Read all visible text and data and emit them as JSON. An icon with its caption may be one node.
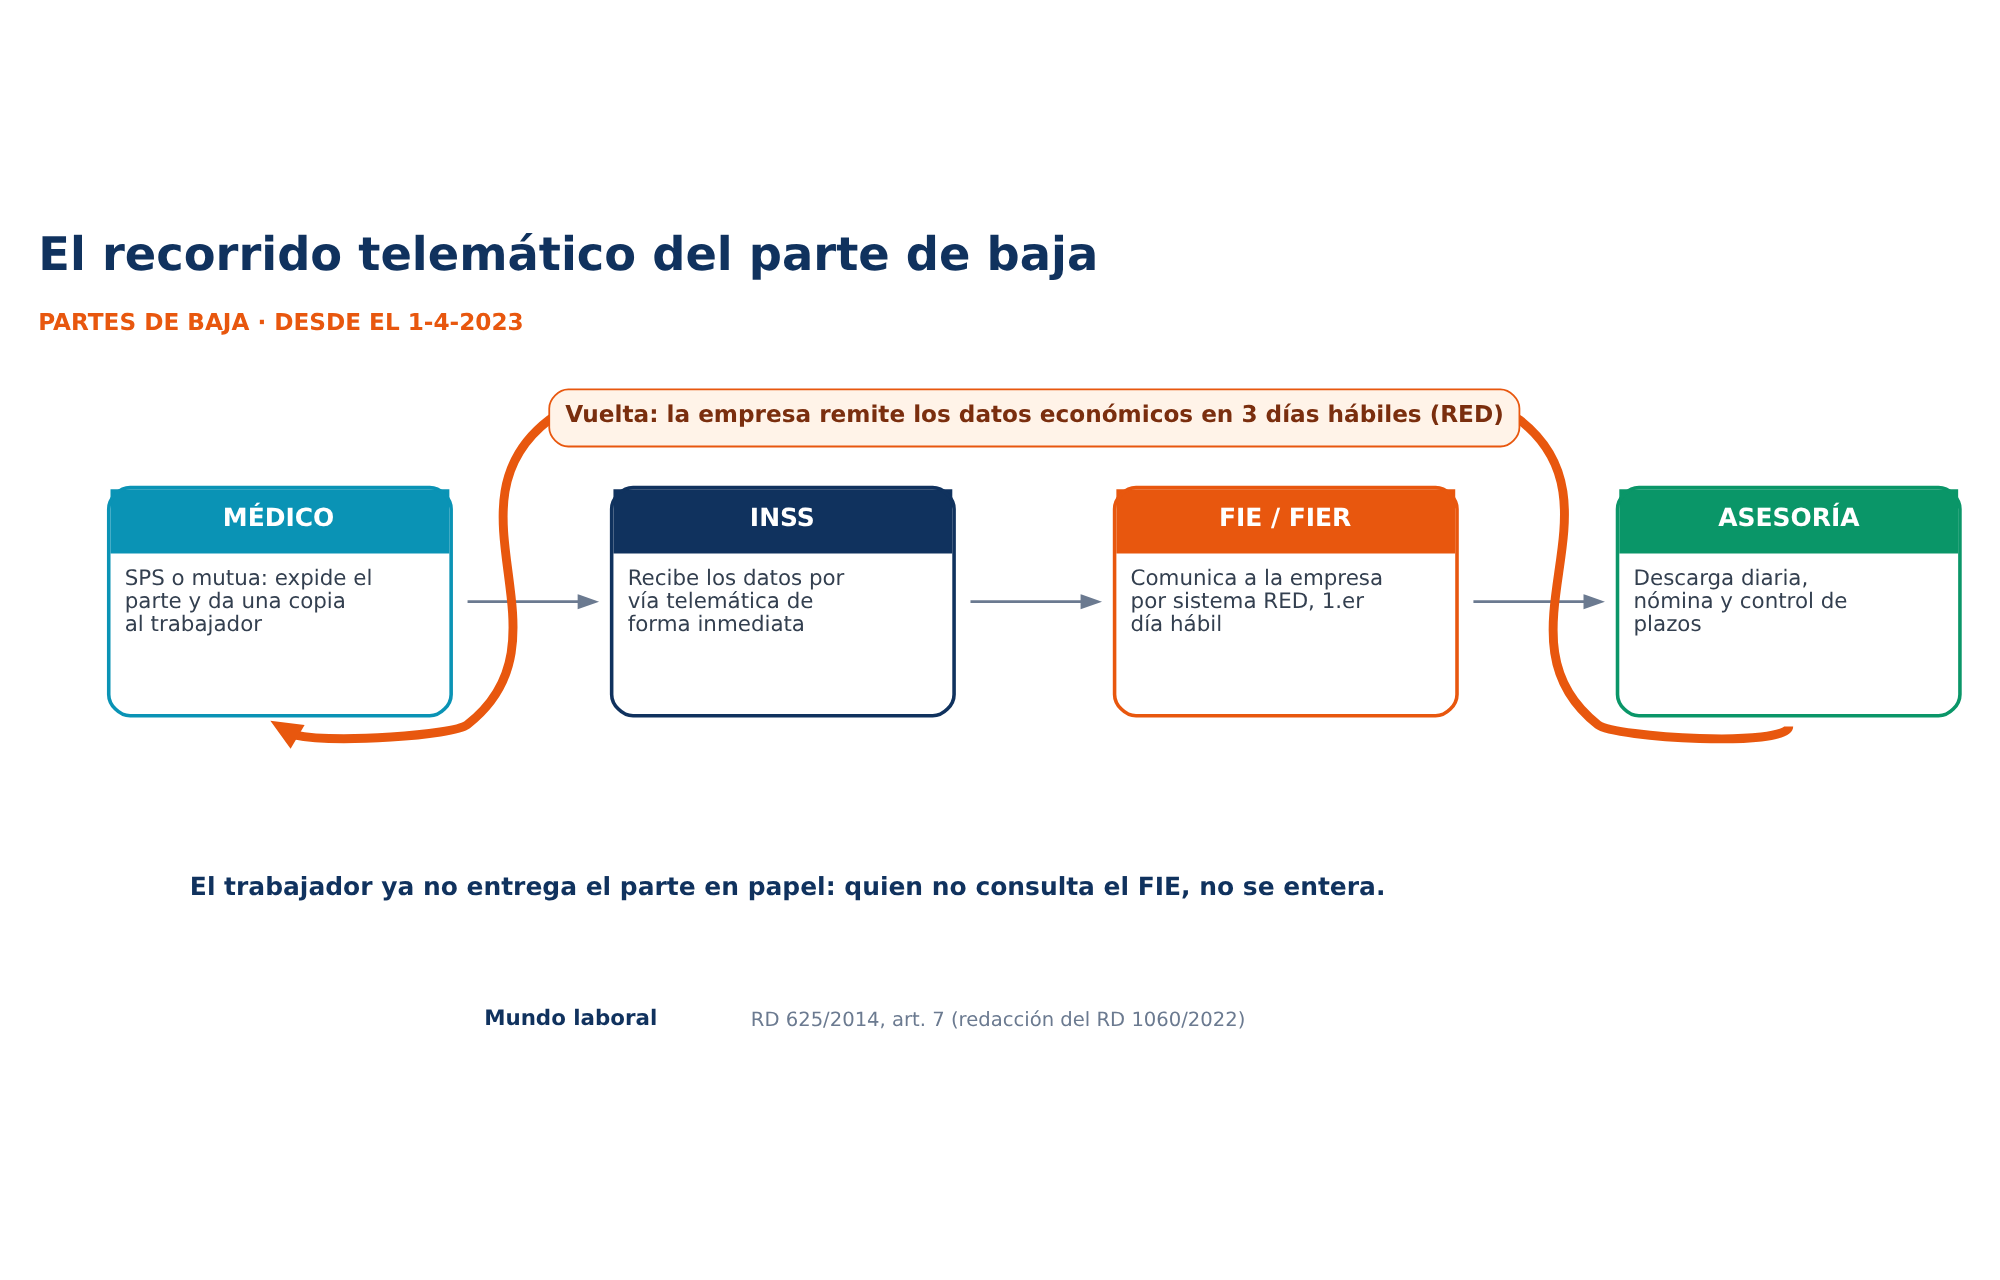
{
  "diagram": {
    "title": "El recorrido telemático del parte de baja",
    "nodes": [
      {
        "text": [
          "MÉDICO",
          "SPS o mutua: expide el parte y da una copia al trabajador"
        ]
      },
      {
        "text": [
          "INSS",
          "Recibe los datos por vía telemática de forma inmediata"
        ]
      },
      {
        "text": [
          "FIE / FIER",
          "Comunica a la empresa por sistema RED, 1.er día hábil"
        ]
      },
      {
        "text": [
          "ASESORÍA",
          "Descarga diaria, nómina y control de plazos"
        ]
      }
    ],
    "edges": [
      {
        "from": 0,
        "to": 1,
        "arrow": "to"
      },
      {
        "from": 1,
        "to": 2,
        "arrow": "to"
      },
      {
        "from": 2,
        "to": 3,
        "arrow": "to"
      },
      {
        "from": 3,
        "to": 0,
        "arrow": "to",
        "label": "Vuelta: la empresa remite los datos económicos en 3 días hábiles (RED)",
        "style": "thick",
        "color": "#e8570e"
      }
    ],
    "labels": [
      "PARTES DE BAJA · DESDE EL 1-4-2023",
      "El trabajador ya no entrega el parte en papel: quien no consulta el FIE, no se entera.",
      "Mundo laboral",
      "RD 625/2014, art. 7 (redacción del RD 1060/2022)"
    ]
  }
}
